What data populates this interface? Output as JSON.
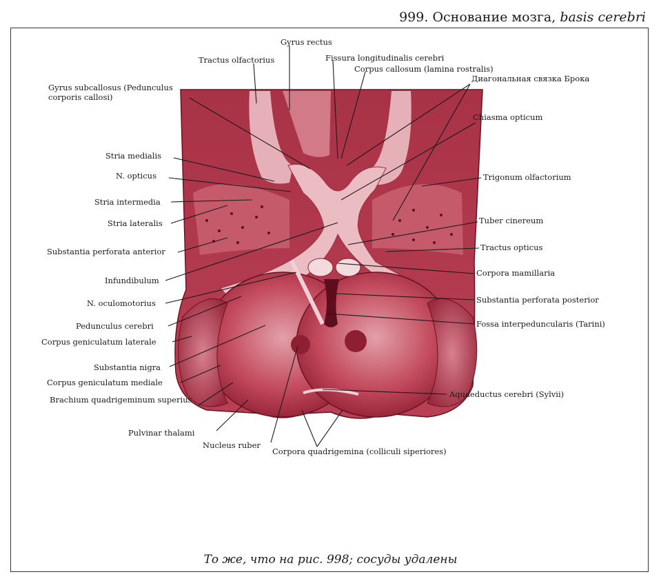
{
  "header": {
    "number": "999.",
    "title_ru": "Основание мозга,",
    "title_lat": "basis cerebri"
  },
  "caption": "То же, что на рис. 998; сосуды удалены",
  "labels": {
    "gyrus_rectus": "Gyrus rectus",
    "tractus_olfactorius": "Tractus olfactorius",
    "fissura_long": "Fissura longitudinalis cerebri",
    "corpus_callosum": "Corpus callosum (lamina rostralis)",
    "gyrus_subcallosus_1": "Gyrus subcallosus (Pedunculus",
    "gyrus_subcallosus_2": "corporis callosi)",
    "diag_broca": "Диагональная связка Брока",
    "chiasma": "Chiasma opticum",
    "stria_medialis": "Stria medialis",
    "n_opticus": "N. opticus",
    "trigonum": "Trigonum olfactorium",
    "stria_intermedia": "Stria intermedia",
    "stria_lateralis": "Stria lateralis",
    "tuber": "Tuber cinereum",
    "subst_perf_ant": "Substantia perforata anterior",
    "tractus_opticus": "Tractus opticus",
    "infundibulum": "Infundibulum",
    "corpora_mamillaria": "Corpora mamillaria",
    "subst_perf_post": "Substantia perforata posterior",
    "n_oculomotorius": "N. oculomotorius",
    "fossa": "Fossa interpeduncularis (Tarini)",
    "pedunculus": "Pedunculus cerebri",
    "corpus_gen_lat": "Corpus geniculatum laterale",
    "subst_nigra": "Substantia nigra",
    "corpus_gen_med": "Corpus geniculatum mediale",
    "aqueductus": "Aquaeductus cerebri (Sylvii)",
    "brachium": "Brachium quadrigeminum superius",
    "pulvinar": "Pulvinar thalami",
    "nucleus_ruber": "Nucleus ruber",
    "corpora_quad": "Corpora quadrigemina (colliculi siperiores)"
  },
  "colors": {
    "tissue_dark": "#8e1e32",
    "tissue_mid": "#c24a5c",
    "tissue_light": "#e9b0b8",
    "tissue_pale": "#f4dde0"
  }
}
